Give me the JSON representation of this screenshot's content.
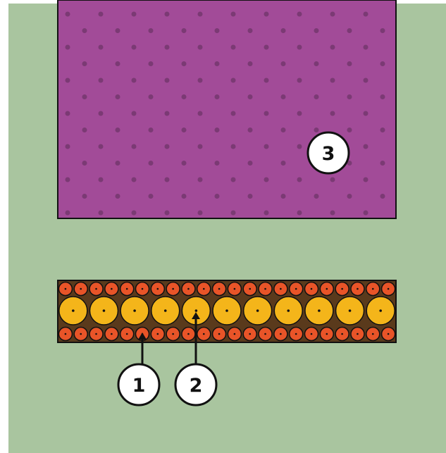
{
  "colors": {
    "background": "#a9c59f",
    "purple_bed": "#a24b98",
    "purple_dot": "#7b3a74",
    "strip_fill": "#5a3a1c",
    "small_plant": "#e85428",
    "large_plant": "#f4b51a",
    "outline": "#111111",
    "label_fill": "#ffffff"
  },
  "regions": [
    {
      "name": "purple-bed",
      "pattern": "dots",
      "color_key": "purple_bed"
    },
    {
      "name": "planting-strip",
      "rows": [
        {
          "kind": "small",
          "count": 22
        },
        {
          "kind": "large",
          "count": 11
        },
        {
          "kind": "small",
          "count": 22
        }
      ]
    }
  ],
  "labels": [
    {
      "id": "1",
      "text": "1",
      "points_to": "small-plant-row"
    },
    {
      "id": "2",
      "text": "2",
      "points_to": "large-plant-row"
    },
    {
      "id": "3",
      "text": "3",
      "points_to": "purple-bed"
    }
  ]
}
